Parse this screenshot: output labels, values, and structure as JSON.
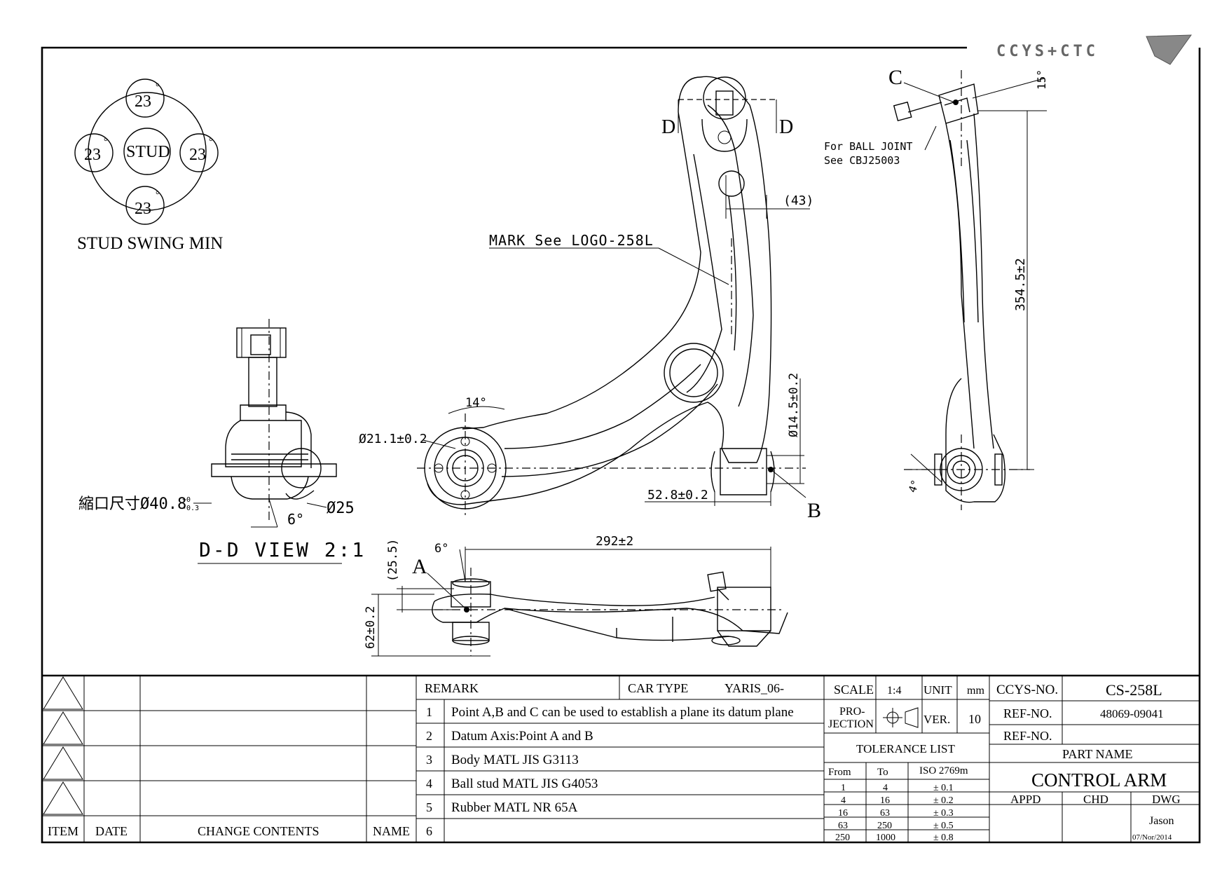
{
  "logo": {
    "text": "CCYS+CTC"
  },
  "stud_swing": {
    "top": "23",
    "left": "23",
    "right": "23",
    "bottom": "23",
    "degree": "°",
    "center": "STUD",
    "title": "STUD SWING MIN"
  },
  "dd_view": {
    "title": "D-D VIEW 2:1",
    "shrink_label": "縮口尺寸Ø40.8",
    "shrink_tol_plus": "+0",
    "shrink_tol_minus": "-0.3",
    "dia": "Ø25",
    "angle": "6°"
  },
  "main_view": {
    "section_left": "D",
    "section_right": "D",
    "dim_43": "(43)",
    "mark_note": "MARK See LOGO-258L",
    "dia_21": "Ø21.1±0.2",
    "angle_14": "14°",
    "dia_14": "Ø14.5±0.2",
    "dim_52": "52.8±0.2",
    "point_b": "B"
  },
  "side_view": {
    "point_c": "C",
    "ball_note_1": "For BALL JOINT",
    "ball_note_2": "See CBJ25003",
    "angle_15": "15°",
    "dim_354": "354.5±2",
    "angle_4": "4°"
  },
  "front_view": {
    "dim_292": "292±2",
    "angle_6": "6°",
    "dim_255": "(25.5)",
    "point_a": "A",
    "dim_62": "62±0.2"
  },
  "revision_table": {
    "headers": {
      "item": "ITEM",
      "date": "DATE",
      "change": "CHANGE CONTENTS",
      "name": "NAME"
    }
  },
  "remarks": {
    "header": "REMARK",
    "car_type_label": "CAR TYPE",
    "car_type_value": "YARIS_06-",
    "rows": [
      {
        "no": "1",
        "text": "Point A,B and C can be used to establish a plane its datum plane"
      },
      {
        "no": "2",
        "text": "Datum Axis:Point A and B"
      },
      {
        "no": "3",
        "text": "Body MATL JIS G3113"
      },
      {
        "no": "4",
        "text": "Ball stud MATL JIS G4053"
      },
      {
        "no": "5",
        "text": "Rubber MATL NR 65A"
      },
      {
        "no": "6",
        "text": ""
      }
    ]
  },
  "spec": {
    "scale_label": "SCALE",
    "scale_value": "1:4",
    "unit_label": "UNIT",
    "unit_value": "mm",
    "projection_1": "PRO-",
    "projection_2": "JECTION",
    "ver_label": "VER.",
    "ver_value": "10",
    "tolerance_title": "TOLERANCE LIST",
    "tol_headers": {
      "from": "From",
      "to": "To",
      "iso": "ISO 2769m"
    },
    "tolerances": [
      {
        "from": "1",
        "to": "4",
        "tol": "± 0.1"
      },
      {
        "from": "4",
        "to": "16",
        "tol": "± 0.2"
      },
      {
        "from": "16",
        "to": "63",
        "tol": "± 0.3"
      },
      {
        "from": "63",
        "to": "250",
        "tol": "± 0.5"
      },
      {
        "from": "250",
        "to": "1000",
        "tol": "± 0.8"
      }
    ]
  },
  "title_block": {
    "ccys_label": "CCYS-NO.",
    "ccys_value": "CS-258L",
    "ref1_label": "REF-NO.",
    "ref1_value": "48069-09041",
    "ref2_label": "REF-NO.",
    "ref2_value": "",
    "part_name_label": "PART NAME",
    "part_name": "CONTROL ARM",
    "appd": "APPD",
    "chd": "CHD",
    "dwg": "DWG",
    "drawer": "Jason",
    "date": "07/Nor/2014"
  }
}
